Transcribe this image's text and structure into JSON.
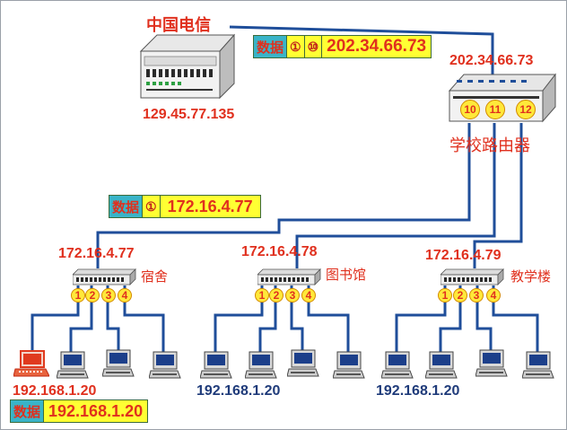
{
  "telecom": {
    "label": "中国电信",
    "ip": "129.45.77.135"
  },
  "router": {
    "label": "学校路由器",
    "ip": "202.34.66.73",
    "ports": [
      "10",
      "11",
      "12"
    ]
  },
  "packet_top": {
    "tag": "数据",
    "nums": [
      "①",
      "⑩"
    ],
    "addr": "202.34.66.73"
  },
  "packet_mid": {
    "tag": "数据",
    "nums": [
      "①"
    ],
    "addr": "172.16.4.77"
  },
  "packet_bottom": {
    "tag": "数据",
    "addr": "192.168.1.20"
  },
  "switches": [
    {
      "ip": "172.16.4.77",
      "label": "宿舍",
      "ports": [
        "1",
        "2",
        "3",
        "4"
      ]
    },
    {
      "ip": "172.16.4.78",
      "label": "图书馆",
      "ports": [
        "1",
        "2",
        "3",
        "4"
      ]
    },
    {
      "ip": "172.16.4.79",
      "label": "教学楼",
      "ports": [
        "1",
        "2",
        "3",
        "4"
      ]
    }
  ],
  "lan_ips": [
    "192.168.1.20",
    "192.168.1.20",
    "192.168.1.20"
  ],
  "colors": {
    "wire": "#1f4e9a",
    "label_red": "#e0301e",
    "label_navy": "#1f3b7a",
    "tag_bg": "#39b4c8",
    "packet_bg": "#ffff33",
    "highlight_pc": "#e03a1e"
  }
}
